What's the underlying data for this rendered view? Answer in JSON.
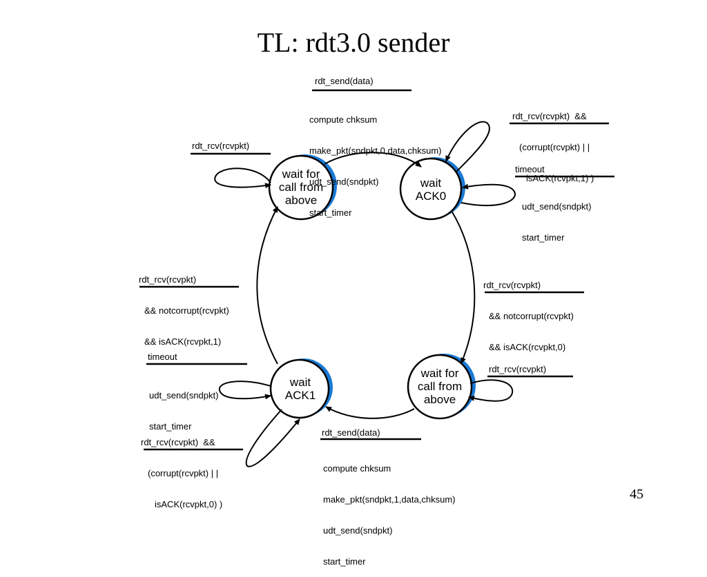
{
  "title": "TL: rdt3.0 sender",
  "page_number": "45",
  "colors": {
    "state_shadow": "#1a7ad4",
    "line": "#000000"
  },
  "states": {
    "wait_call_0": [
      "wait for",
      "call from",
      "above"
    ],
    "wait_ack0": [
      "wait",
      "ACK0"
    ],
    "wait_call_1": [
      "wait for",
      "call from",
      "above"
    ],
    "wait_ack1": [
      "wait",
      "ACK1"
    ]
  },
  "transitions": {
    "send0": {
      "event": "rdt_send(data)",
      "actions": [
        "compute chksum",
        "make_pkt(sndpkt,0,data,chksum)",
        "udt_send(sndpkt)",
        "start_timer"
      ]
    },
    "wait_ack0_corrupt": {
      "event": [
        "rdt_rcv(rcvpkt)  &&",
        "(corrupt(rcvpkt) | |",
        "isACK(rcvpkt,1) )"
      ]
    },
    "wait_ack0_timeout": {
      "event": "timeout",
      "actions": [
        "udt_send(sndpkt)",
        "start_timer"
      ]
    },
    "wait_call0_rcv": {
      "event": "rdt_rcv(rcvpkt)"
    },
    "ack0_ok": {
      "event": [
        "rdt_rcv(rcvpkt)",
        "&& notcorrupt(rcvpkt)",
        "&& isACK(rcvpkt,0)"
      ]
    },
    "wait_call1_rcv": {
      "event": "rdt_rcv(rcvpkt)"
    },
    "ack1_ok": {
      "event": [
        "rdt_rcv(rcvpkt)",
        "&& notcorrupt(rcvpkt)",
        "&& isACK(rcvpkt,1)"
      ]
    },
    "wait_ack1_timeout": {
      "event": "timeout",
      "actions": [
        "udt_send(sndpkt)",
        "start_timer"
      ]
    },
    "wait_ack1_corrupt": {
      "event": [
        "rdt_rcv(rcvpkt)  &&",
        "(corrupt(rcvpkt) | |",
        "isACK(rcvpkt,0) )"
      ]
    },
    "send1": {
      "event": "rdt_send(data)",
      "actions": [
        "compute chksum",
        "make_pkt(sndpkt,1,data,chksum)",
        "udt_send(sndpkt)",
        "start_timer"
      ]
    }
  }
}
